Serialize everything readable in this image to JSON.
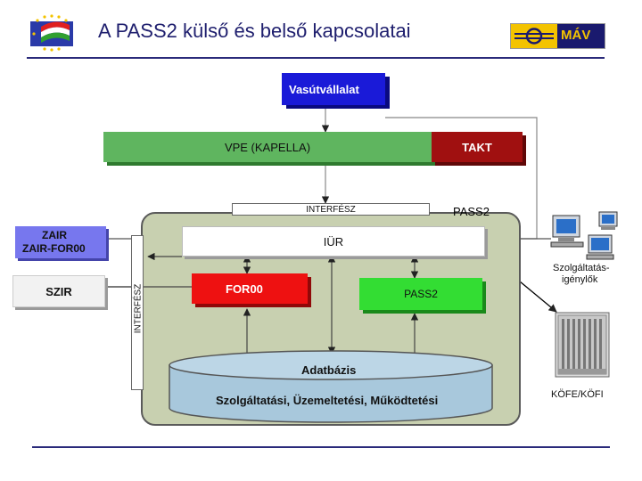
{
  "header": {
    "title": "A PASS2 külső és belső kapcsolatai",
    "mav_logo_text": "MÁV"
  },
  "diagram": {
    "vasutvallalat": "Vasútvállalat",
    "vpe": "VPE (KAPELLA)",
    "takt": "TAKT",
    "interfesz_top": "INTERFÉSZ",
    "pass2_area": "PASS2",
    "iur": "IÜR",
    "interfesz_side": "INTERFÉSZ",
    "zair_line1": "ZAIR",
    "zair_line2": "ZAIR-FOR00",
    "szir": "SZIR",
    "for00": "FOR00",
    "pass2_box": "PASS2",
    "adatbazis": "Adatbázis",
    "adatbazis_sub": "Szolgáltatási, Üzemeltetési, Működtetési",
    "szolgaltatas_line1": "Szolgáltatás-",
    "szolgaltatas_line2": "igénylők",
    "kofe": "KÖFE/KÖFI"
  },
  "colors": {
    "blue": "#1a1ad8",
    "green": "#5fb55f",
    "dark_red": "#a01010",
    "red": "#ee1111",
    "bright_green": "#33dd33",
    "lavender": "#7777ee",
    "panel": "#c8d0b0",
    "db": "#a8c8dc",
    "title": "#1f1f6e"
  }
}
